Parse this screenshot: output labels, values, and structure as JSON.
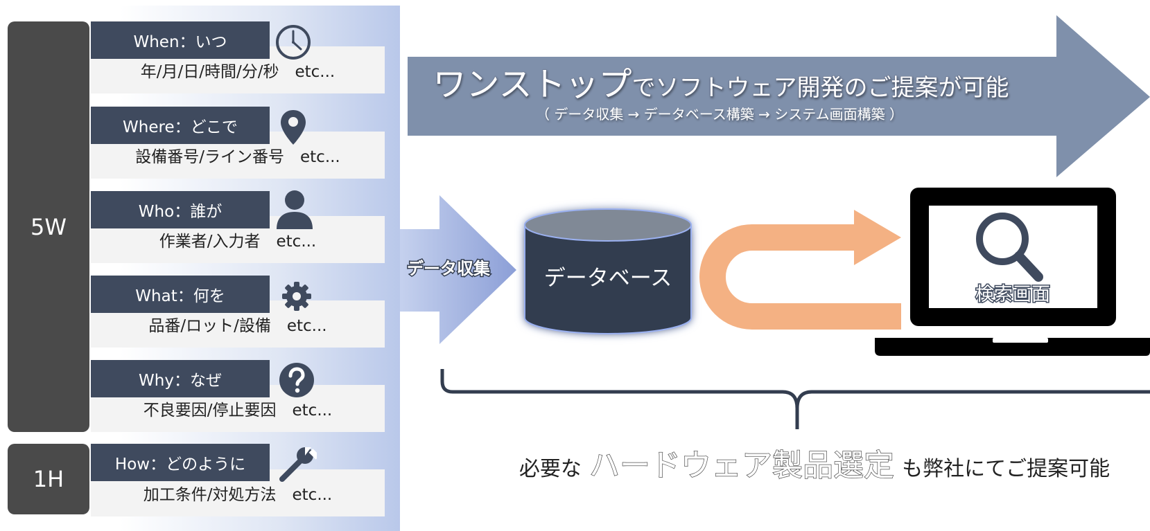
{
  "groups": {
    "five_w": "5W",
    "one_h": "1H"
  },
  "rows": [
    {
      "label": "When：いつ",
      "value": "年/月/日/時間/分/秒　etc...",
      "icon": "clock-icon"
    },
    {
      "label": "Where：どこで",
      "value": "設備番号/ライン番号　etc...",
      "icon": "location-pin-icon"
    },
    {
      "label": "Who：誰が",
      "value": "作業者/入力者　etc...",
      "icon": "person-icon"
    },
    {
      "label": "What：何を",
      "value": "品番/ロット/設備　etc...",
      "icon": "gear-icon"
    },
    {
      "label": "Why：なぜ",
      "value": "不良要因/停止要因　etc...",
      "icon": "question-icon"
    },
    {
      "label": "How：どのように",
      "value": "加工条件/対処方法　etc...",
      "icon": "wrench-icon"
    }
  ],
  "banner": {
    "title_large": "ワンストップ",
    "title_rest": "でソフトウェア開発のご提案が可能",
    "subtitle": "（ データ収集 → データベース構築 → システム画面構築 ）"
  },
  "flow": {
    "collect_label": "データ収集",
    "database_label": "データベース",
    "screen_label": "検索画面"
  },
  "footer": {
    "prefix": "必要な",
    "highlight": "ハードウェア製品選定",
    "suffix": "も弊社にてご提案可能"
  },
  "colors": {
    "label_bg": "#3f4a5e",
    "group_bg": "#4a4a4a",
    "banner_arrow": "#7f90ab",
    "collect_arrow": "#8fa3d8",
    "database": "#333d4f",
    "curved_arrow": "#f4b183",
    "laptop": "#000000",
    "magnifier": "#3f4a5e"
  }
}
